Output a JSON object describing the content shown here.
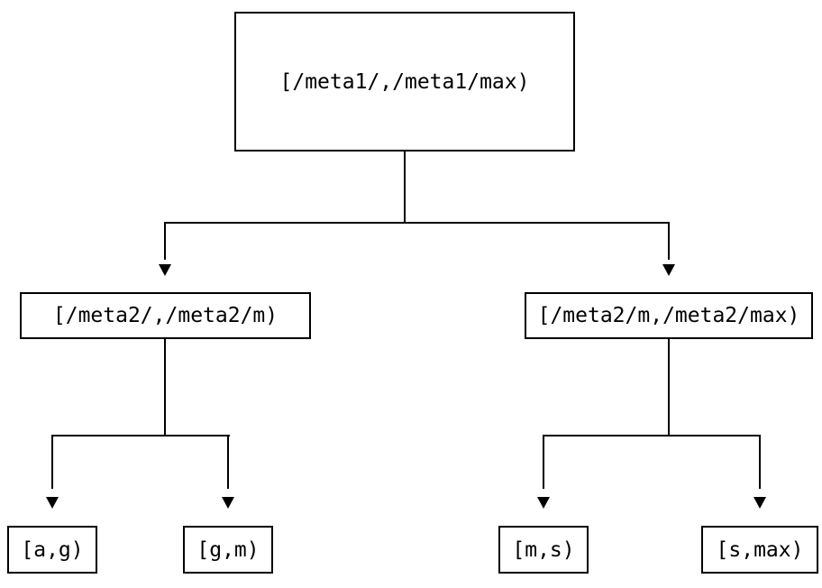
{
  "diagram": {
    "type": "tree",
    "description": "Binary partition tree of key ranges",
    "colors": {
      "background": "#ffffff",
      "line": "#000000",
      "text": "#000000",
      "node_border": "#000000",
      "node_fill": "#ffffff"
    },
    "nodes": {
      "root": {
        "id": "root",
        "label": "[/meta1/,/meta1/max)"
      },
      "left": {
        "id": "left",
        "label": "[/meta2/,/meta2/m)"
      },
      "right": {
        "id": "right",
        "label": "[/meta2/m,/meta2/max)"
      },
      "ll": {
        "id": "ll",
        "label": "[a,g)"
      },
      "lr": {
        "id": "lr",
        "label": "[g,m)"
      },
      "rl": {
        "id": "rl",
        "label": "[m,s)"
      },
      "rr": {
        "id": "rr",
        "label": "[s,max)"
      }
    },
    "edges": [
      {
        "from": "root",
        "to": "left",
        "arrow": "down"
      },
      {
        "from": "root",
        "to": "right",
        "arrow": "down"
      },
      {
        "from": "left",
        "to": "ll",
        "arrow": "down"
      },
      {
        "from": "left",
        "to": "lr",
        "arrow": "down"
      },
      {
        "from": "right",
        "to": "rl",
        "arrow": "down"
      },
      {
        "from": "right",
        "to": "rr",
        "arrow": "down"
      }
    ]
  }
}
